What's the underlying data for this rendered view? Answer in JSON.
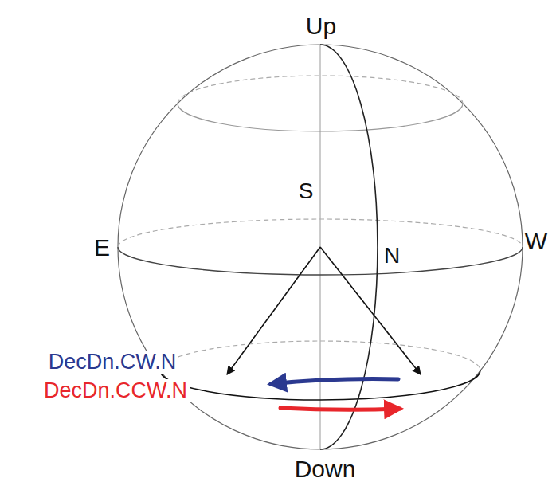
{
  "diagram": {
    "labels": [
      "Up",
      "S",
      "E",
      "W",
      "N",
      "DecDn.CW.N",
      "DecDn.CCW.N",
      "Down"
    ]
  }
}
